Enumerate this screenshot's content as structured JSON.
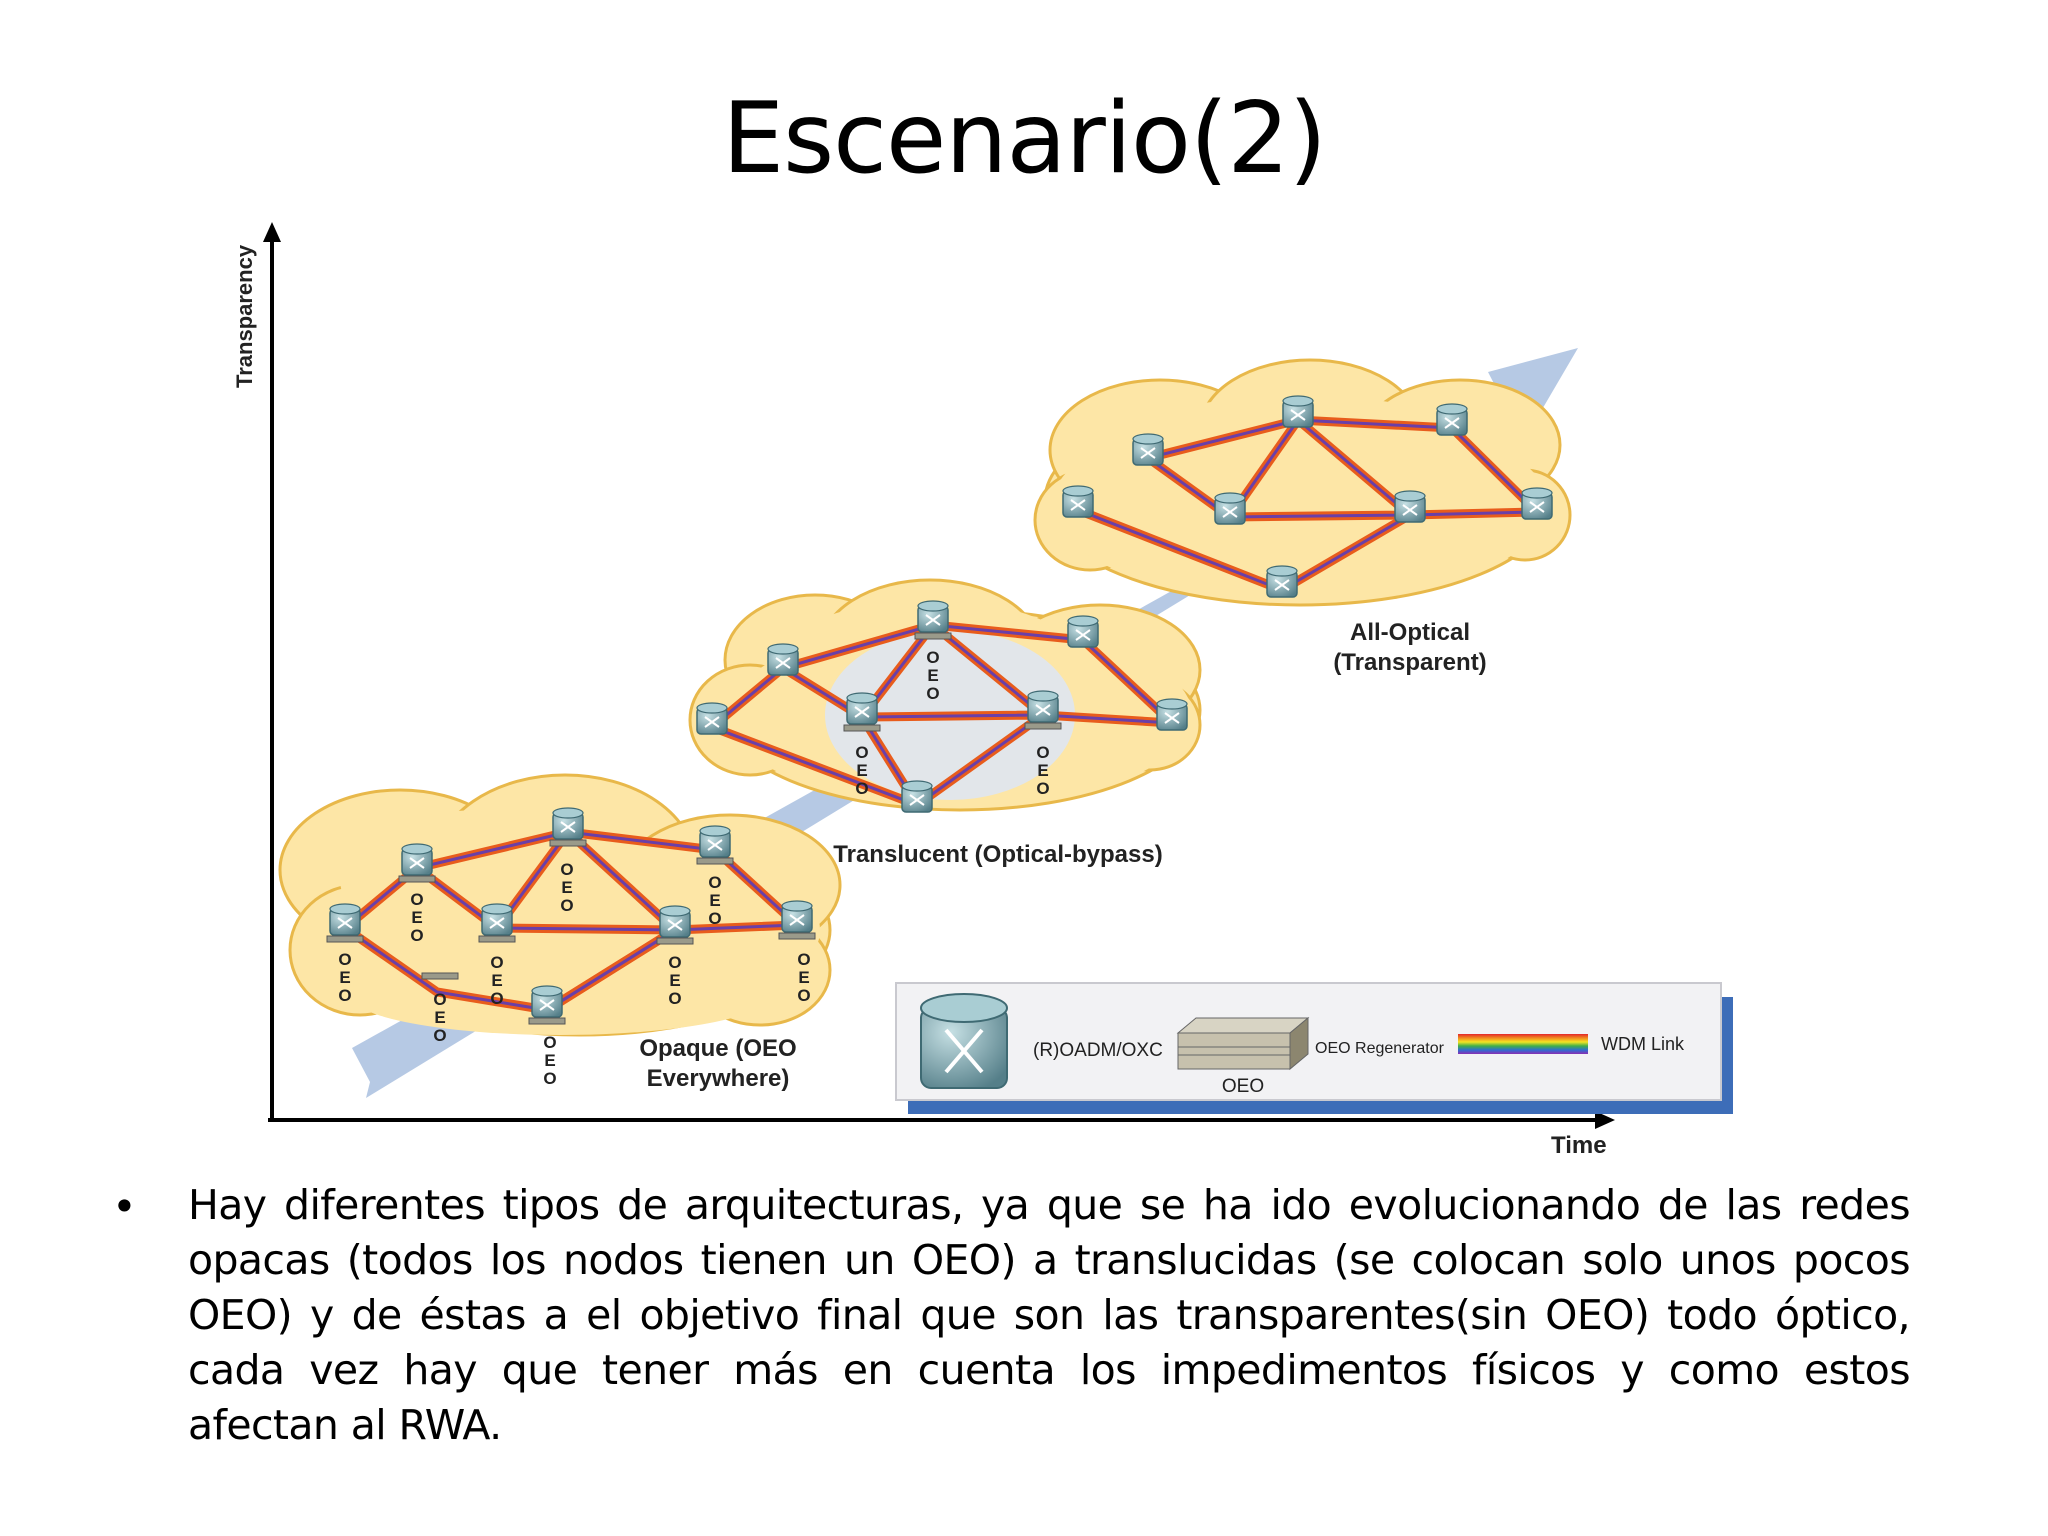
{
  "slide": {
    "title": "Escenario(2)",
    "bullet_text": "Hay diferentes tipos de arquitecturas, ya que se ha ido evolucionando de las redes opacas (todos los nodos tienen un OEO) a translucidas (se colocan solo unos pocos OEO) y de éstas a el objetivo final que son las transparentes(sin OEO) todo óptico, cada vez hay que tener más en cuenta los impedimentos físicos y como estos afectan al RWA."
  },
  "diagram": {
    "y_axis_label": "Transparency",
    "x_axis_label": "Time",
    "networks": {
      "opaque_label_line1": "Opaque (OEO",
      "opaque_label_line2": "Everywhere)",
      "translucent_label": "Translucent (Optical-bypass)",
      "optical_label_line1": "All-Optical",
      "optical_label_line2": "(Transparent)"
    },
    "oeo_letters": [
      "O",
      "E",
      "O"
    ],
    "legend": {
      "roadm_label": "(R)OADM/OXC",
      "oeo_label": "OEO",
      "regenerator_label": "OEO Regenerator",
      "wdm_label": "WDM Link"
    },
    "colors": {
      "cloud_fill": "#fde6a6",
      "cloud_stroke": "#e8b84a",
      "arrow": "#a9bfdf",
      "node": "#6f9da6",
      "link_outer": "#e85c1c",
      "link_inner": "#6a3fa8",
      "legend_shadow": "#3d6db8"
    }
  }
}
